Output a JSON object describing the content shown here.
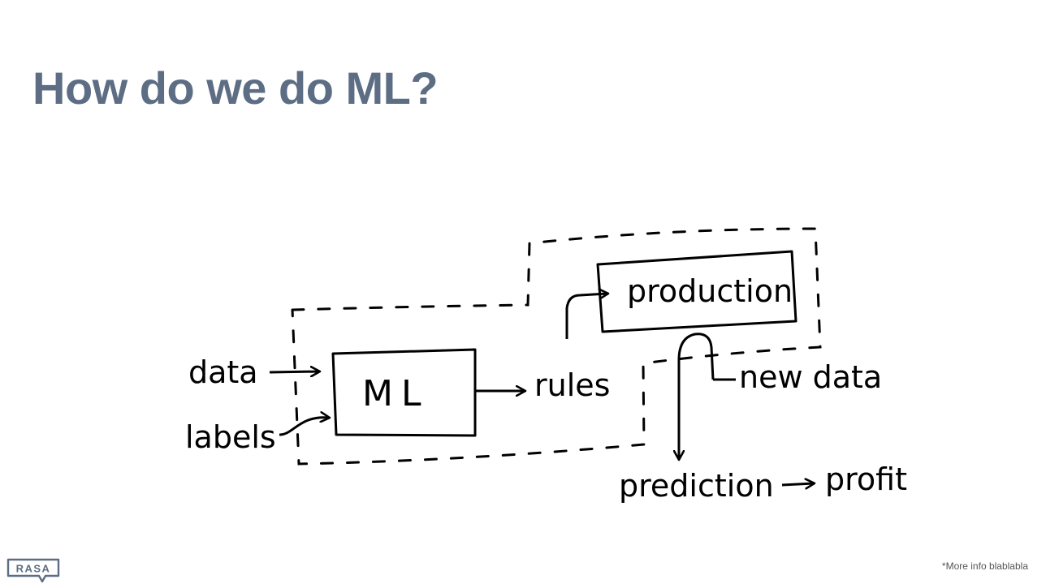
{
  "slide": {
    "title": "How do we do ML?",
    "footnote": "*More info blablabla"
  },
  "diagram": {
    "nodes": {
      "data": "data",
      "labels": "labels",
      "ml": "ML",
      "rules": "rules",
      "production": "production",
      "new_data": "new data",
      "prediction": "prediction",
      "profit": "profit"
    }
  },
  "logo": {
    "text": "RASA"
  },
  "colors": {
    "title": "#5d6d84",
    "ink": "#000000",
    "logo": "#5d6d84"
  }
}
